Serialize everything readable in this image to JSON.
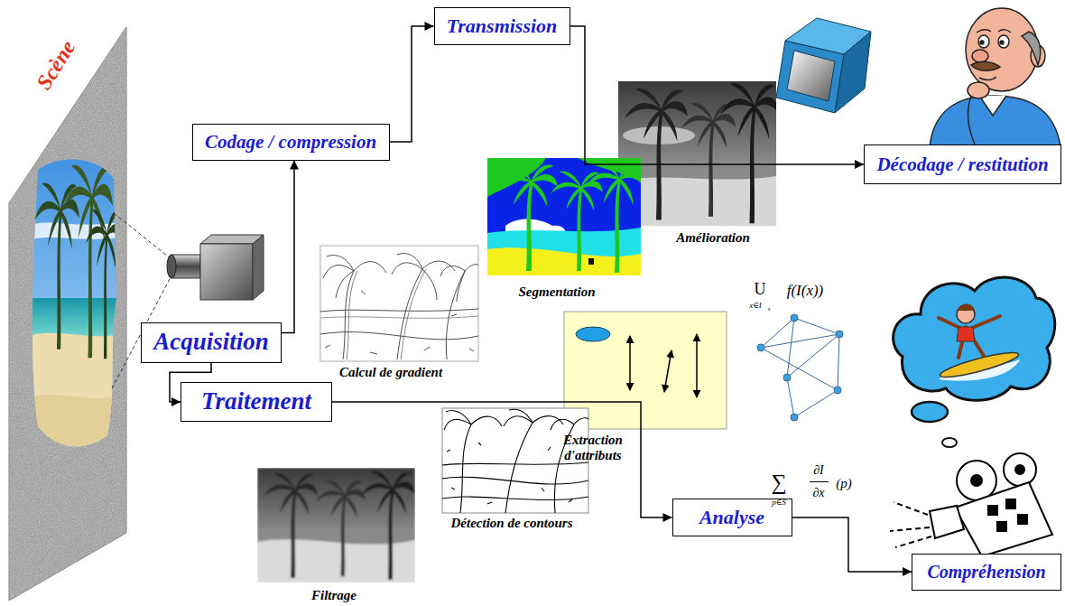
{
  "diagram": {
    "nodes": [
      {
        "text": [
          "Transmission"
        ]
      },
      {
        "text": [
          "Codage / compression"
        ]
      },
      {
        "text": [
          "Décodage / restitution"
        ]
      },
      {
        "text": [
          "Acquisition"
        ]
      },
      {
        "text": [
          "Traitement"
        ]
      },
      {
        "text": [
          "Analyse"
        ]
      },
      {
        "text": [
          "Compréhension"
        ]
      }
    ],
    "edges": [
      {
        "from": 3,
        "to": 1,
        "arrow": "to"
      },
      {
        "from": 1,
        "to": 0,
        "arrow": "to"
      },
      {
        "from": 0,
        "to": 2,
        "arrow": "to"
      },
      {
        "from": 3,
        "to": 4,
        "arrow": "to"
      },
      {
        "from": 4,
        "to": 5,
        "arrow": "to"
      },
      {
        "from": 5,
        "to": 6,
        "arrow": "to"
      }
    ],
    "labels": [
      "Scène",
      "Amélioration",
      "Segmentation",
      "Calcul de gradient",
      "U",
      "x∈I",
      "s",
      "f(I(x))",
      "Extraction d'attributs",
      "∑",
      "p∈S",
      "∂I",
      "∂x",
      "(p)",
      "Détection de contours",
      "Filtrage"
    ]
  }
}
